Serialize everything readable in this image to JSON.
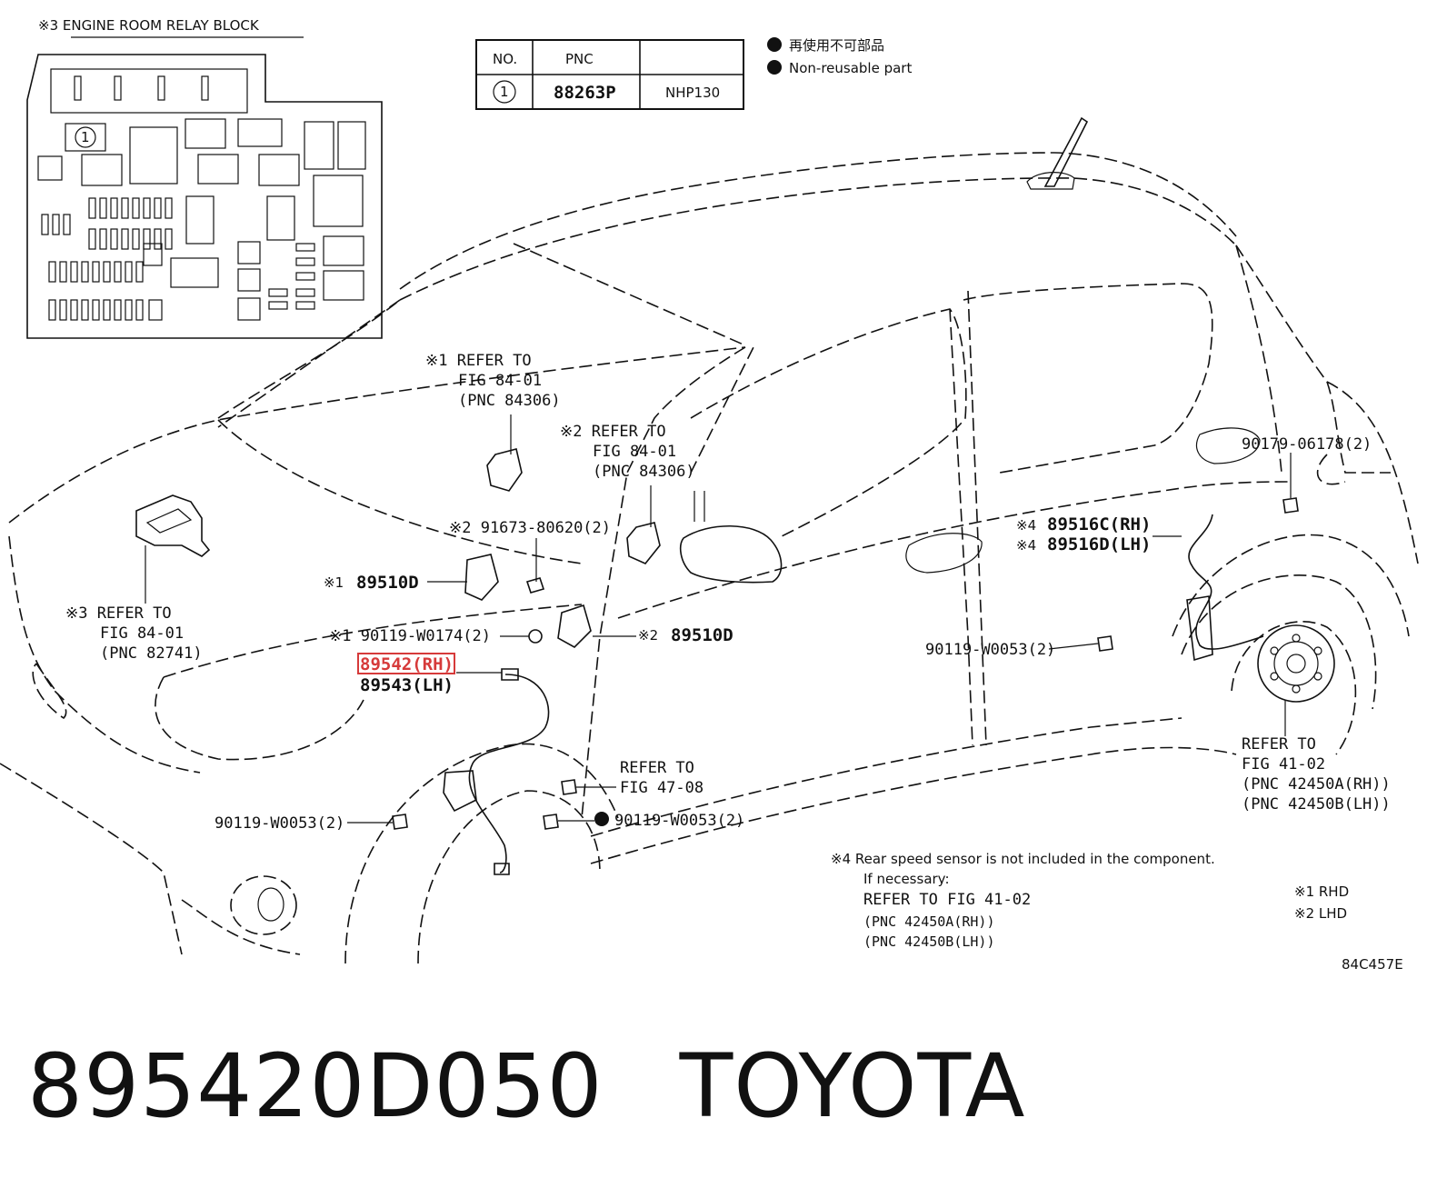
{
  "relay_block": {
    "title": "※3 ENGINE ROOM RELAY BLOCK",
    "callout": "1"
  },
  "pnc_table": {
    "headers": [
      "NO.",
      "PNC",
      ""
    ],
    "row": {
      "no": "1",
      "pnc": "88263P",
      "model": "NHP130"
    }
  },
  "legend": {
    "jp": "再使用不可部品",
    "en": "Non-reusable part"
  },
  "labels": {
    "ref1_a": "※1 REFER TO",
    "ref1_b": "FIG 84-01",
    "ref1_c": "(PNC 84306)",
    "ref2_a": "※2 REFER TO",
    "ref2_b": "FIG 84-01",
    "ref2_c": "(PNC 84306)",
    "ref3_a": "※3 REFER TO",
    "ref3_b": "FIG 84-01",
    "ref3_c": "(PNC 82741)",
    "p91673": "※2 91673-80620(2)",
    "p89510d_1_mark": "※1",
    "p89510d_1": "89510D",
    "p90119_w0174": "※1 90119-W0174(2)",
    "p89510d_2_mark": "※2",
    "p89510d_2": "89510D",
    "p89542": "89542(RH)",
    "p89543": "89543(LH)",
    "ref47_a": "REFER TO",
    "ref47_b": "FIG 47-08",
    "p90119_w0053_left": "90119-W0053(2)",
    "p90119_w0053_mid": "90119-W0053(2)",
    "p90119_w0053_right": "90119-W0053(2)",
    "p90179": "90179-06178(2)",
    "p89516c_mark": "※4",
    "p89516c": "89516C(RH)",
    "p89516d_mark": "※4",
    "p89516d": "89516D(LH)",
    "ref41_a": "REFER TO",
    "ref41_b": "FIG 41-02",
    "ref41_c": "(PNC 42450A(RH))",
    "ref41_d": "(PNC 42450B(LH))"
  },
  "notes": {
    "note4": "※4 Rear speed sensor is not included in the component.",
    "if_necessary": "If necessary:",
    "refer": "REFER TO FIG 41-02",
    "pnc_a": "(PNC 42450A(RH))",
    "pnc_b": "(PNC 42450B(LH))",
    "rhd": "※1 RHD",
    "lhd": "※2 LHD",
    "code": "84C457E"
  },
  "caption": {
    "part_number": "895420D050",
    "brand": "TOYOTA"
  },
  "colors": {
    "highlight": "#d63a3a",
    "ink": "#111111"
  }
}
